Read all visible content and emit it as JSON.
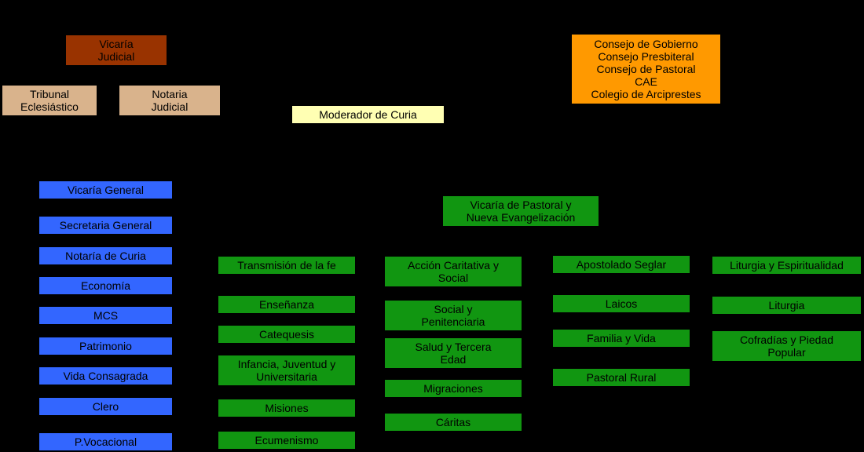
{
  "colors": {
    "background": "#000000",
    "vicaria_judicial": "#993300",
    "tribunal": "#d9b38c",
    "moderador": "#ffffb3",
    "consejos": "#ff9900",
    "general_dept": "#3366ff",
    "pastoral_dept": "#119611"
  },
  "vicaria_judicial": {
    "line1": "Vicaría",
    "line2": "Judicial"
  },
  "tribunal": {
    "line1": "Tribunal",
    "line2": "Eclesiástico"
  },
  "notaria_judicial": {
    "line1": "Notaria",
    "line2": "Judicial"
  },
  "moderador": "Moderador de Curia",
  "consejos": [
    "Consejo de Gobierno",
    "Consejo Presbiteral",
    "Consejo de Pastoral",
    "CAE",
    "Colegio de Arciprestes"
  ],
  "vicaria_pastoral": {
    "line1": "Vicaría de Pastoral y",
    "line2": "Nueva Evangelización"
  },
  "general": [
    "Vicaría General",
    "Secretaria General",
    "Notaría de Curia",
    "Economía",
    "MCS",
    "Patrimonio",
    "Vida Consagrada",
    "Clero",
    "P.Vocacional"
  ],
  "transmision": {
    "head": "Transmisión de la fe",
    "items": [
      [
        "Enseñanza"
      ],
      [
        "Catequesis"
      ],
      [
        "Infancia, Juventud y",
        "Universitaria"
      ],
      [
        "Misiones"
      ],
      [
        "Ecumenismo"
      ]
    ]
  },
  "caritativa": {
    "head": [
      "Acción Caritativa y",
      "Social"
    ],
    "items": [
      [
        "Social y",
        "Penitenciaria"
      ],
      [
        "Salud y Tercera",
        "Edad"
      ],
      [
        "Migraciones"
      ],
      [
        "Cáritas"
      ]
    ]
  },
  "apostolado": {
    "head": "Apostolado Seglar",
    "items": [
      "Laicos",
      "Familia y Vida",
      "Pastoral Rural"
    ]
  },
  "liturgia": {
    "head": "Liturgia y Espiritualidad",
    "items": [
      [
        "Liturgia"
      ],
      [
        "Cofradías y Piedad",
        "Popular"
      ]
    ]
  }
}
